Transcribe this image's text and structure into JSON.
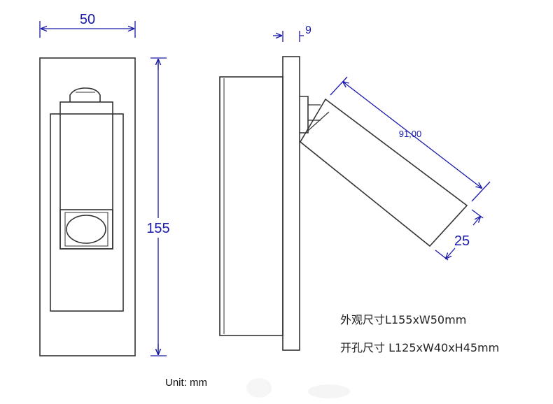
{
  "dimensions": {
    "width": "50",
    "height": "155",
    "protrusion": "9",
    "head_length": "91,00",
    "head_diameter": "25"
  },
  "specs": {
    "outer_size": "外观尺寸L155xW50mm",
    "cutout_size": "开孔尺寸 L125xW40xH45mm"
  },
  "unit_label": "Unit: mm",
  "colors": {
    "dimension": "#1a1aa8",
    "outline": "#333333",
    "text": "#222222"
  }
}
